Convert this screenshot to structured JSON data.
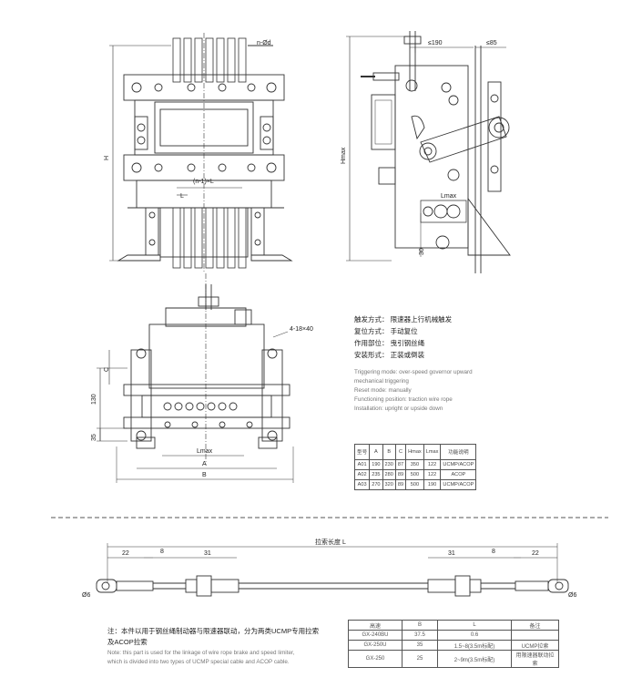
{
  "top_front": {
    "nd": "n-Ød",
    "pitch": "(n-1)×L",
    "l": "L",
    "h": "H"
  },
  "top_side": {
    "d190": "≤190",
    "d85": "≤85",
    "hmax": "Hmax",
    "lmax": "Lmax",
    "d30": "30"
  },
  "bottom_view": {
    "holes": "4-18×40",
    "c": "C",
    "d130": "130",
    "d35": "35",
    "lmax": "Lmax",
    "a": "A",
    "b": "B"
  },
  "specs_cn": [
    "触发方式： 限速器上行机械触发",
    "复位方式： 手动复位",
    "作用部位： 曳引钢丝绳",
    "安装形式： 正装或倒装"
  ],
  "specs_en": [
    "Triggering mode: over-speed governor upward",
    "mechanical triggering",
    "Reset mode: manually",
    "Functioning position: traction wire rope",
    "Installation: upright or upside down"
  ],
  "spec_table": {
    "header": [
      "型号",
      "A",
      "B",
      "C",
      "Hmax",
      "Lmax",
      "功能说明"
    ],
    "rows": [
      [
        "A01",
        "190",
        "230",
        "87",
        "350",
        "122",
        "UCMP/ACOP"
      ],
      [
        "A02",
        "235",
        "280",
        "89",
        "500",
        "122",
        "ACOP"
      ],
      [
        "A03",
        "270",
        "320",
        "89",
        "500",
        "190",
        "UCMP/ACOP"
      ]
    ]
  },
  "cable": {
    "total": "拉索长度 L",
    "d22": "22",
    "d8": "8",
    "d31": "31",
    "d6": "Ø6"
  },
  "note_cn": [
    "注：本件以用于钢丝绳制动器与限速器联动，分为两类UCMP专用拉索",
    "及ACOP拉索"
  ],
  "note_en": [
    "Note: this part is used for the linkage of wire rope brake and speed limiter,",
    "which is divided into two types of UCMP special cable and ACOP cable."
  ],
  "cable_table": {
    "header": [
      "高速",
      "B",
      "L",
      "备注"
    ],
    "rows": [
      [
        "GX-240BU",
        "37.5",
        "0.6",
        ""
      ],
      [
        "GX-250U",
        "35",
        "1.5~8(3.5m标配)",
        "UCMP拉索"
      ],
      [
        "GX-250",
        "25",
        "2~9m(3.5m标配)",
        "用限速器联动拉索"
      ]
    ]
  }
}
